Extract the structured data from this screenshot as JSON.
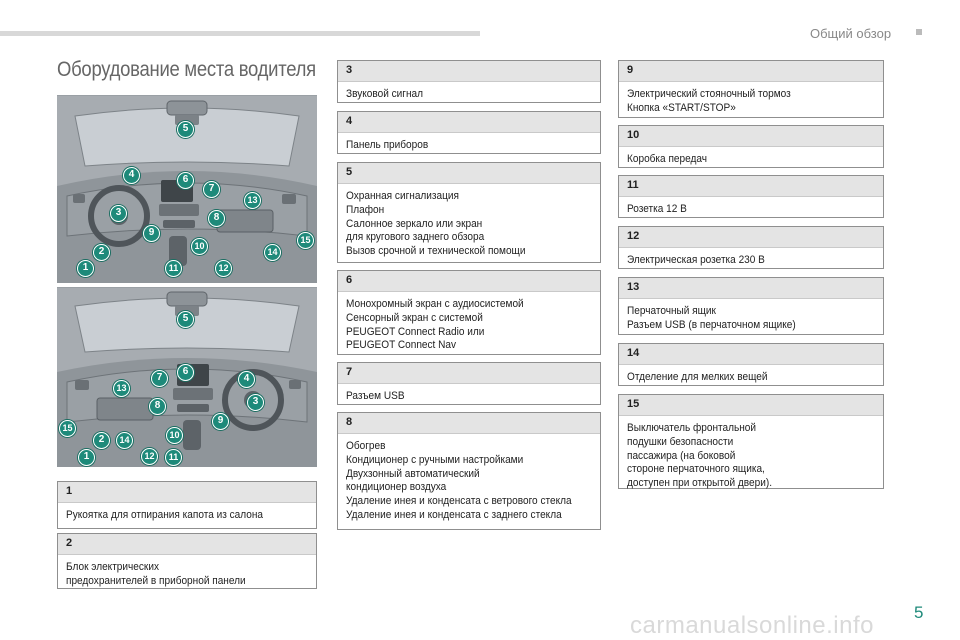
{
  "header": {
    "section_title": "Общий обзор"
  },
  "page_title": "Оборудование места водителя",
  "callouts_lhd": [
    "5",
    "4",
    "6",
    "7",
    "13",
    "3",
    "8",
    "9",
    "10",
    "2",
    "14",
    "15",
    "1",
    "11",
    "12"
  ],
  "callouts_rhd": [
    "5",
    "6",
    "7",
    "4",
    "13",
    "8",
    "3",
    "15",
    "2",
    "14",
    "10",
    "9",
    "1",
    "12",
    "11"
  ],
  "items": [
    {
      "num": "1",
      "lines": [
        "Рукоятка для отпирания капота из салона"
      ]
    },
    {
      "num": "2",
      "lines": [
        "Блок электрических",
        "предохранителей в приборной панели"
      ]
    },
    {
      "num": "3",
      "lines": [
        "Звуковой сигнал"
      ]
    },
    {
      "num": "4",
      "lines": [
        "Панель приборов"
      ]
    },
    {
      "num": "5",
      "lines": [
        "Охранная сигнализация",
        "Плафон",
        "Салонное зеркало или экран",
        "для кругового заднего обзора",
        "Вызов срочной и технической помощи"
      ]
    },
    {
      "num": "6",
      "lines": [
        "Монохромный экран с аудиосистемой",
        "Сенсорный экран с системой",
        "PEUGEOT Connect Radio или",
        "PEUGEOT Connect Nav"
      ]
    },
    {
      "num": "7",
      "lines": [
        "Разъем USB"
      ]
    },
    {
      "num": "8",
      "lines": [
        "Обогрев",
        "Кондиционер с ручными настройками",
        "Двухзонный автоматический",
        "кондиционер воздуха",
        "Удаление инея и конденсата с ветрового стекла",
        "Удаление инея и конденсата с заднего стекла"
      ]
    },
    {
      "num": "9",
      "lines": [
        "Электрический стояночный тормоз",
        "Кнопка «START/STOP»"
      ]
    },
    {
      "num": "10",
      "lines": [
        "Коробка передач"
      ]
    },
    {
      "num": "11",
      "lines": [
        "Розетка 12 В"
      ]
    },
    {
      "num": "12",
      "lines": [
        "Электрическая розетка 230 В"
      ]
    },
    {
      "num": "13",
      "lines": [
        "Перчаточный ящик",
        "Разъем USB (в перчаточном ящике)"
      ]
    },
    {
      "num": "14",
      "lines": [
        "Отделение для мелких вещей"
      ]
    },
    {
      "num": "15",
      "lines": [
        "Выключатель фронтальной",
        "подушки безопасности",
        "пассажира (на боковой",
        "стороне перчаточного ящика,",
        "доступен при открытой двери)."
      ]
    }
  ],
  "page_number": "5",
  "watermark": "carmanualsonline.info"
}
